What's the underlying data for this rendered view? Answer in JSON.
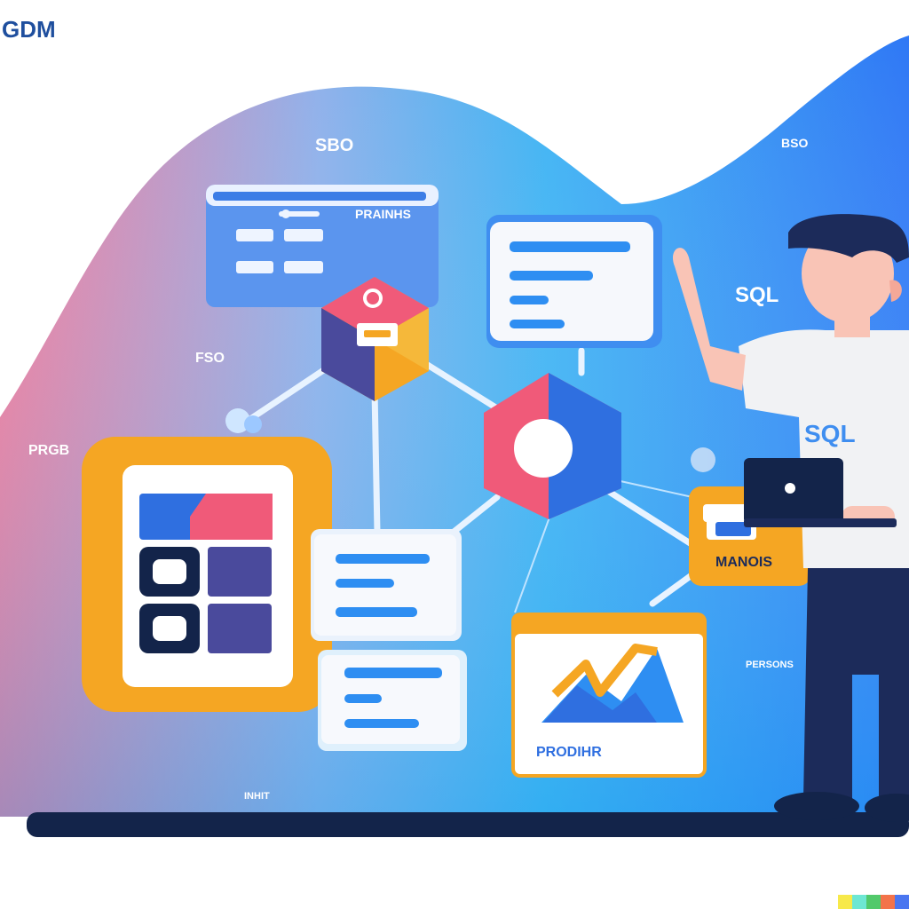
{
  "logo_text": "GDM",
  "labels": {
    "top_card": "PRAINHS",
    "cloud_label": "SBO",
    "top_right": "BSO",
    "person_side": "SQL",
    "left_small": "FSO",
    "left_side": "PRGB",
    "tablet_card": "PERSONS",
    "shirt_text": "SQL",
    "chart_card": "PRODIHR",
    "right_lower": "MANOIS",
    "bottom_small": "INHIT"
  },
  "colors": {
    "bg_blue": "#2f7cf6",
    "bg_pink": "#f37b9c",
    "bg_cyan": "#2fb5f2",
    "orange": "#f5a623",
    "pink": "#f05a79",
    "navy": "#1c2b5a",
    "purple": "#4a4a9c",
    "card_blue": "#4a90f0",
    "bar_blue": "#2e8ef2"
  }
}
